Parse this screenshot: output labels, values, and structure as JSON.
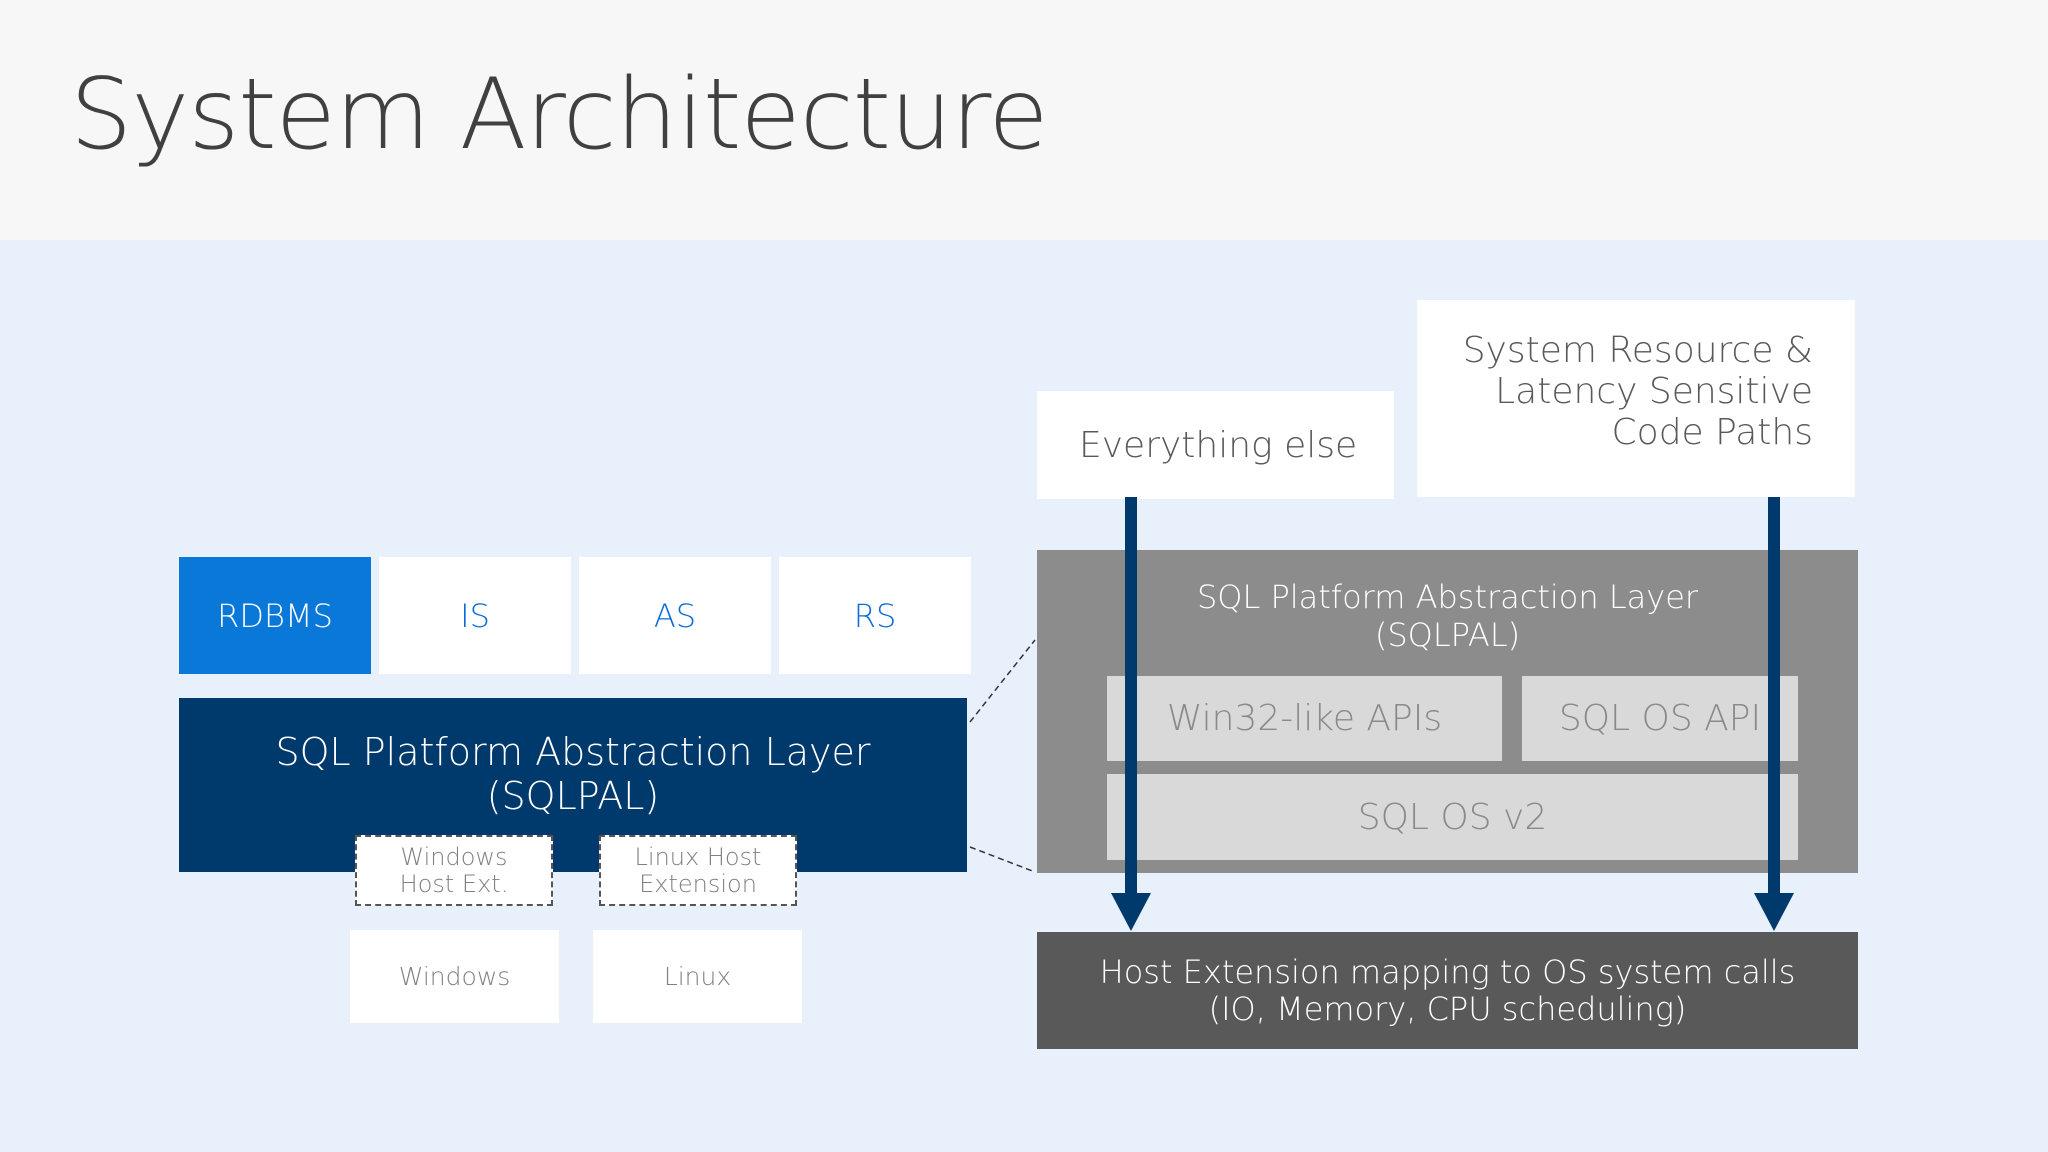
{
  "title": "System Architecture",
  "left": {
    "tabs": [
      "RDBMS",
      "IS",
      "AS",
      "RS"
    ],
    "sqlpal": {
      "line1": "SQL Platform Abstraction Layer",
      "line2": "(SQLPAL)"
    },
    "windows_ext": {
      "line1": "Windows",
      "line2": "Host Ext."
    },
    "linux_ext": {
      "line1": "Linux Host",
      "line2": "Extension"
    },
    "windows": "Windows",
    "linux": "Linux"
  },
  "right": {
    "everything_else": "Everything else",
    "system_resource": {
      "line1": "System Resource &",
      "line2": "Latency Sensitive",
      "line3": "Code Paths"
    },
    "sqlpal": {
      "line1": "SQL Platform Abstraction Layer",
      "line2": "(SQLPAL)"
    },
    "win32_apis": "Win32-like APIs",
    "sqlos_api": "SQL OS API",
    "sqlos_v2": "SQL OS v2",
    "host_mapping": {
      "line1": "Host Extension mapping to OS system calls",
      "line2": "(IO, Memory, CPU scheduling)"
    }
  },
  "colors": {
    "active_tab": "#0a78d8",
    "tab_text": "#0a6ad6",
    "sqlpal_left": "#003a6c",
    "sqlpal_right": "#8c8c8c",
    "inner_box": "#d9d9d9",
    "host_mapping": "#595959",
    "arrow": "#003a6c"
  }
}
